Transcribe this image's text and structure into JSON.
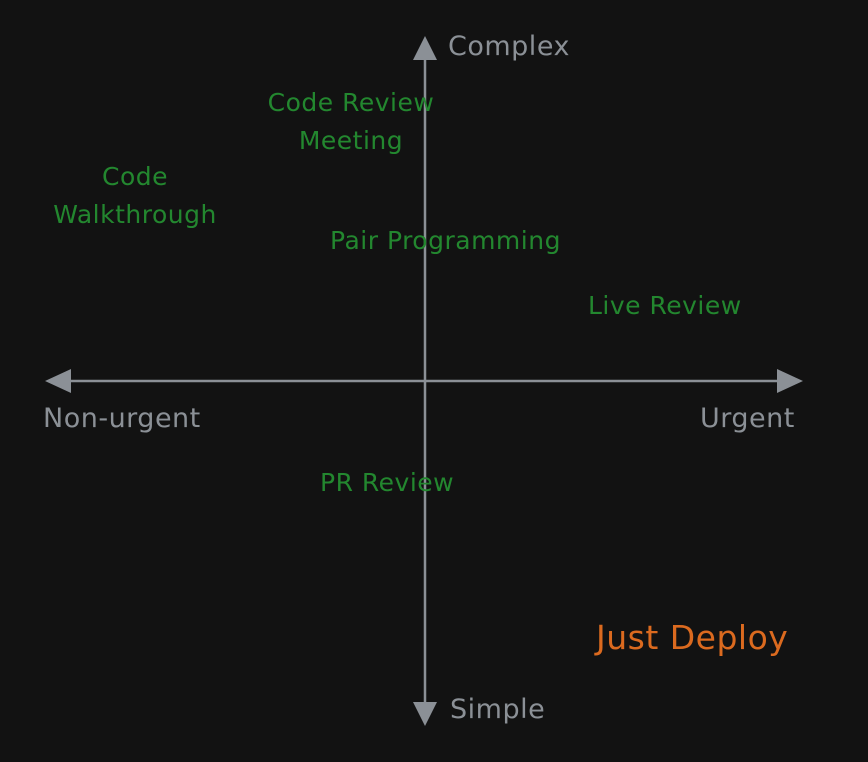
{
  "axes": {
    "top_label": "Complex",
    "bottom_label": "Simple",
    "left_label": "Non-urgent",
    "right_label": "Urgent"
  },
  "items": {
    "code_review_meeting": [
      "Code Review",
      "Meeting"
    ],
    "code_walkthrough": [
      "Code",
      "Walkthrough"
    ],
    "pair_programming": "Pair Programming",
    "live_review": "Live Review",
    "pr_review": "PR Review",
    "just_deploy": "Just Deploy"
  },
  "colors": {
    "background": "#121212",
    "axis": "#8b9096",
    "item": "#23872f",
    "highlight": "#db6a1f"
  }
}
